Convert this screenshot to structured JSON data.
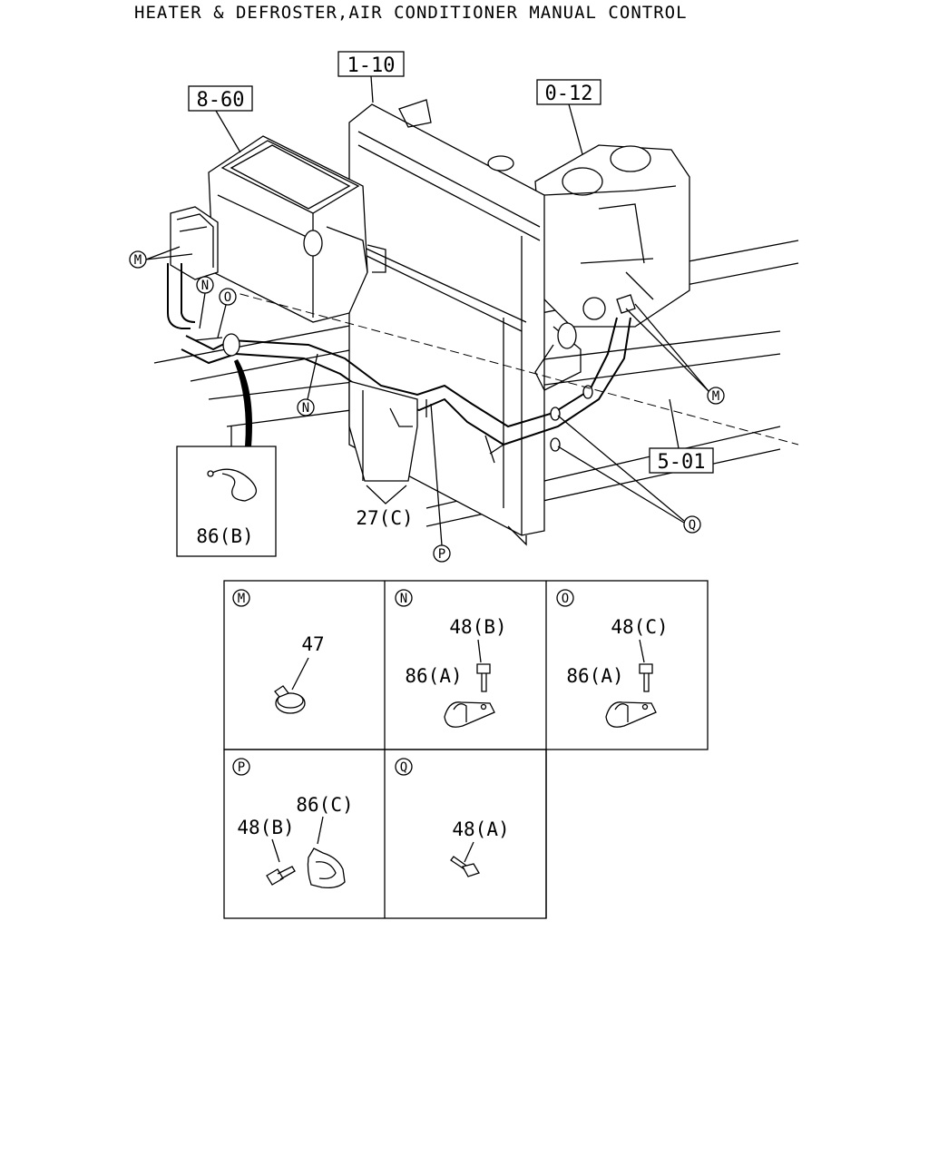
{
  "title": "HEATER & DEFROSTER,AIR CONDITIONER MANUAL CONTROL",
  "references": {
    "r860": "8-60",
    "r110": "1-10",
    "r012": "0-12",
    "r501": "5-01"
  },
  "callouts": {
    "M": "M",
    "N": "N",
    "O": "O",
    "P": "P",
    "Q": "Q"
  },
  "main_labels": {
    "part_27c": "27(C)",
    "part_86b": "86(B)"
  },
  "detail_panels": {
    "M": {
      "letter": "M",
      "parts": [
        "47"
      ]
    },
    "N": {
      "letter": "N",
      "parts": [
        "48(B)",
        "86(A)"
      ]
    },
    "O": {
      "letter": "O",
      "parts": [
        "48(C)",
        "86(A)"
      ]
    },
    "P": {
      "letter": "P",
      "parts": [
        "86(C)",
        "48(B)"
      ]
    },
    "Q": {
      "letter": "Q",
      "parts": [
        "48(A)"
      ]
    }
  }
}
